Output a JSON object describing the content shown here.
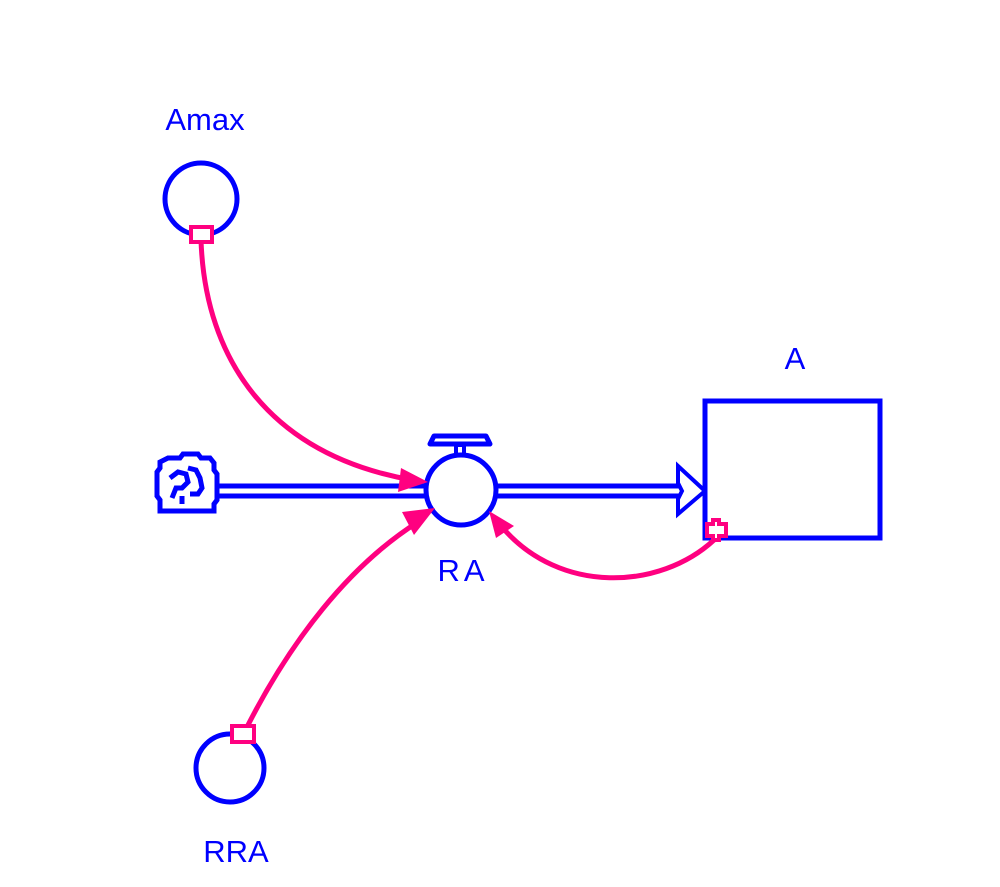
{
  "diagram": {
    "type": "stock-and-flow",
    "colors": {
      "element": "#0000ff",
      "connector": "#ff0080",
      "background": "#ffffff"
    },
    "nodes": [
      {
        "id": "Amax",
        "kind": "auxiliary",
        "label": "Amax"
      },
      {
        "id": "RRA",
        "kind": "auxiliary",
        "label": "RRA"
      },
      {
        "id": "RA",
        "kind": "flow",
        "label": "RA"
      },
      {
        "id": "A",
        "kind": "stock",
        "label": "A"
      },
      {
        "id": "source",
        "kind": "cloud",
        "label": ""
      }
    ],
    "flows": [
      {
        "from": "source",
        "to": "A",
        "via": "RA"
      }
    ],
    "connectors": [
      {
        "from": "Amax",
        "to": "RA"
      },
      {
        "from": "RRA",
        "to": "RA"
      },
      {
        "from": "A",
        "to": "RA"
      }
    ]
  }
}
